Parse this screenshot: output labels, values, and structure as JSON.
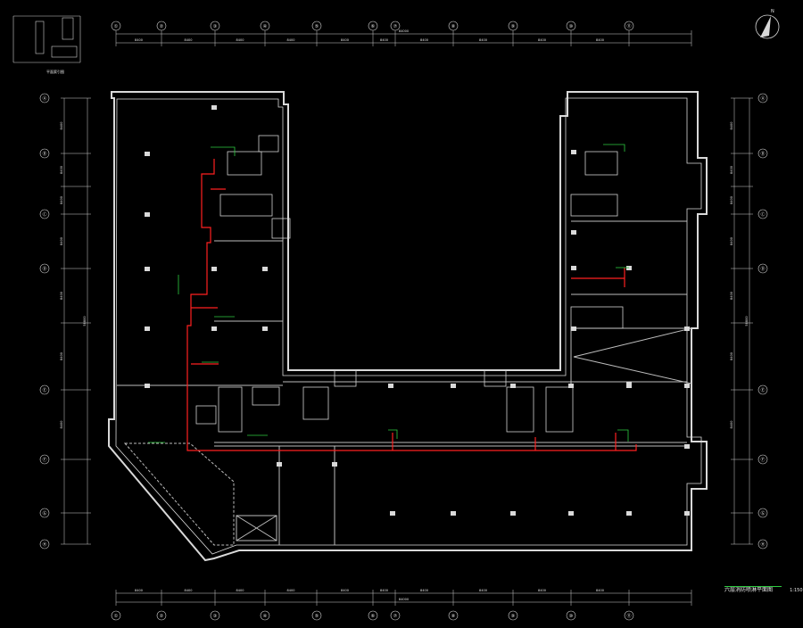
{
  "drawing": {
    "title": "六层消防喷淋平面图",
    "scale": "1:150",
    "colors": {
      "background": "#000000",
      "wall": "#d9d9d9",
      "dimension": "#cfcfcf",
      "sprinkler_main": "#ff2020",
      "label_green": "#2ecc40",
      "text": "#e8e8e8"
    }
  },
  "grid_top": [
    "①",
    "②",
    "③",
    "④",
    "⑤",
    "⑥",
    "⑦",
    "⑧",
    "⑨",
    "⑩",
    "⑪"
  ],
  "grid_bottom": [
    "①",
    "②",
    "③",
    "④",
    "⑤",
    "⑥",
    "⑦",
    "⑧",
    "⑨",
    "⑩",
    "⑪"
  ],
  "grid_left": [
    "Ⓐ",
    "Ⓑ",
    "Ⓒ",
    "Ⓓ",
    "Ⓔ",
    "Ⓕ",
    "Ⓖ",
    "Ⓗ"
  ],
  "grid_right": [
    "Ⓐ",
    "Ⓑ",
    "Ⓒ",
    "Ⓓ",
    "Ⓔ",
    "Ⓕ",
    "Ⓖ",
    "Ⓗ"
  ],
  "dims_top": [
    "8400",
    "8400",
    "8400",
    "8400",
    "8400",
    "8400",
    "8400",
    "8400",
    "8400",
    "8400"
  ],
  "dims_bottom": [
    "8400",
    "8400",
    "8400",
    "8400",
    "8400",
    "8400",
    "8400",
    "8400",
    "8400",
    "8400"
  ],
  "dims_left": [
    "8400",
    "8400",
    "8400",
    "8400",
    "8400",
    "8400",
    "8400"
  ],
  "dims_right": [
    "8400",
    "8400",
    "8400",
    "8400",
    "8400",
    "8400",
    "8400"
  ],
  "total_top": "84000",
  "total_bottom": "84000",
  "total_left": "58800",
  "total_right": "58800",
  "north_arrow": "N",
  "key_plan_label": "平面索引图"
}
